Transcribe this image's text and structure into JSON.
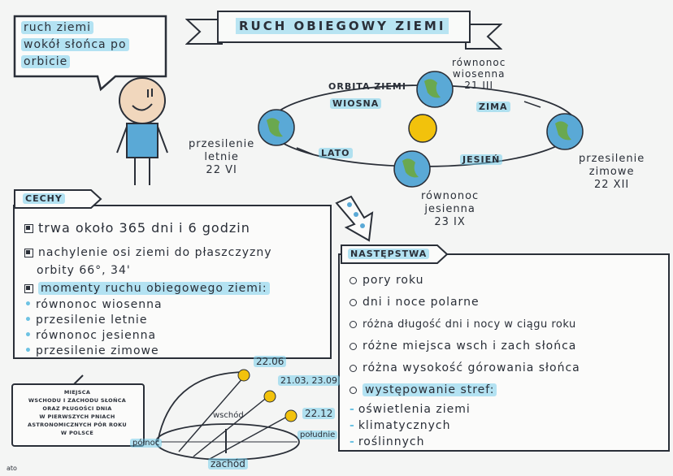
{
  "title": "RUCH OBIEGOWY ZIEMI",
  "speech": [
    "ruch ziemi",
    "wokół słońca po",
    "orbicie"
  ],
  "orbit": {
    "label": "ORBITA ZIEMI",
    "seasons": {
      "spring": "WIOSNA",
      "summer": "LATO",
      "winter": "ZIMA",
      "autumn": "JESIEŃ"
    },
    "points": {
      "spring_eq": [
        "równonoc",
        "wiosenna",
        "21 III"
      ],
      "summer_sol": [
        "przesilenie",
        "letnie",
        "22 VI"
      ],
      "winter_sol": [
        "przesilenie",
        "zimowe",
        "22 XII"
      ],
      "autumn_eq": [
        "równonoc",
        "jesienna",
        "23 IX"
      ]
    }
  },
  "cechy": {
    "title": "CECHY",
    "items": [
      "trwa około 365 dni i 6 godzin",
      "nachylenie osi ziemi do płaszczyzny",
      "orbity 66°, 34'",
      "momenty ruchu obiegowego ziemi:"
    ],
    "moments": [
      "równonoc wiosenna",
      "przesilenie letnie",
      "równonoc jesienna",
      "przesilenie zimowe"
    ]
  },
  "nastepstwa": {
    "title": "NASTĘPSTWA",
    "items": [
      "pory roku",
      "dni i noce polarne",
      "różna długość dni i nocy w ciągu roku",
      "różne miejsca wsch i zach słońca",
      "różna wysokość górowania słońca",
      "występowanie stref:"
    ],
    "strefy": [
      "oświetlenia ziemi",
      "klimatycznych",
      "roślinnych"
    ]
  },
  "note": [
    "MIEJSCA",
    "WSCHODU I ZACHODU SŁOŃCA",
    "ORAZ PŁUGOŚCI DNIA",
    "W PIERWSZYCH PNIACH",
    "ASTRONOMICZNYCH PÓR ROKU",
    "W POLSCE"
  ],
  "sundiagram": {
    "dates": [
      "22.06",
      "21.03, 23.09",
      "22.12"
    ],
    "north": "północ",
    "south": "południe",
    "east": "wschód",
    "west": "zachód"
  },
  "colors": {
    "accent": "#78cdeb",
    "sun": "#f2c20c",
    "ink": "#2a2f38",
    "earth": "#5aa9d6",
    "land": "#6aa84f"
  },
  "corner": "ato"
}
